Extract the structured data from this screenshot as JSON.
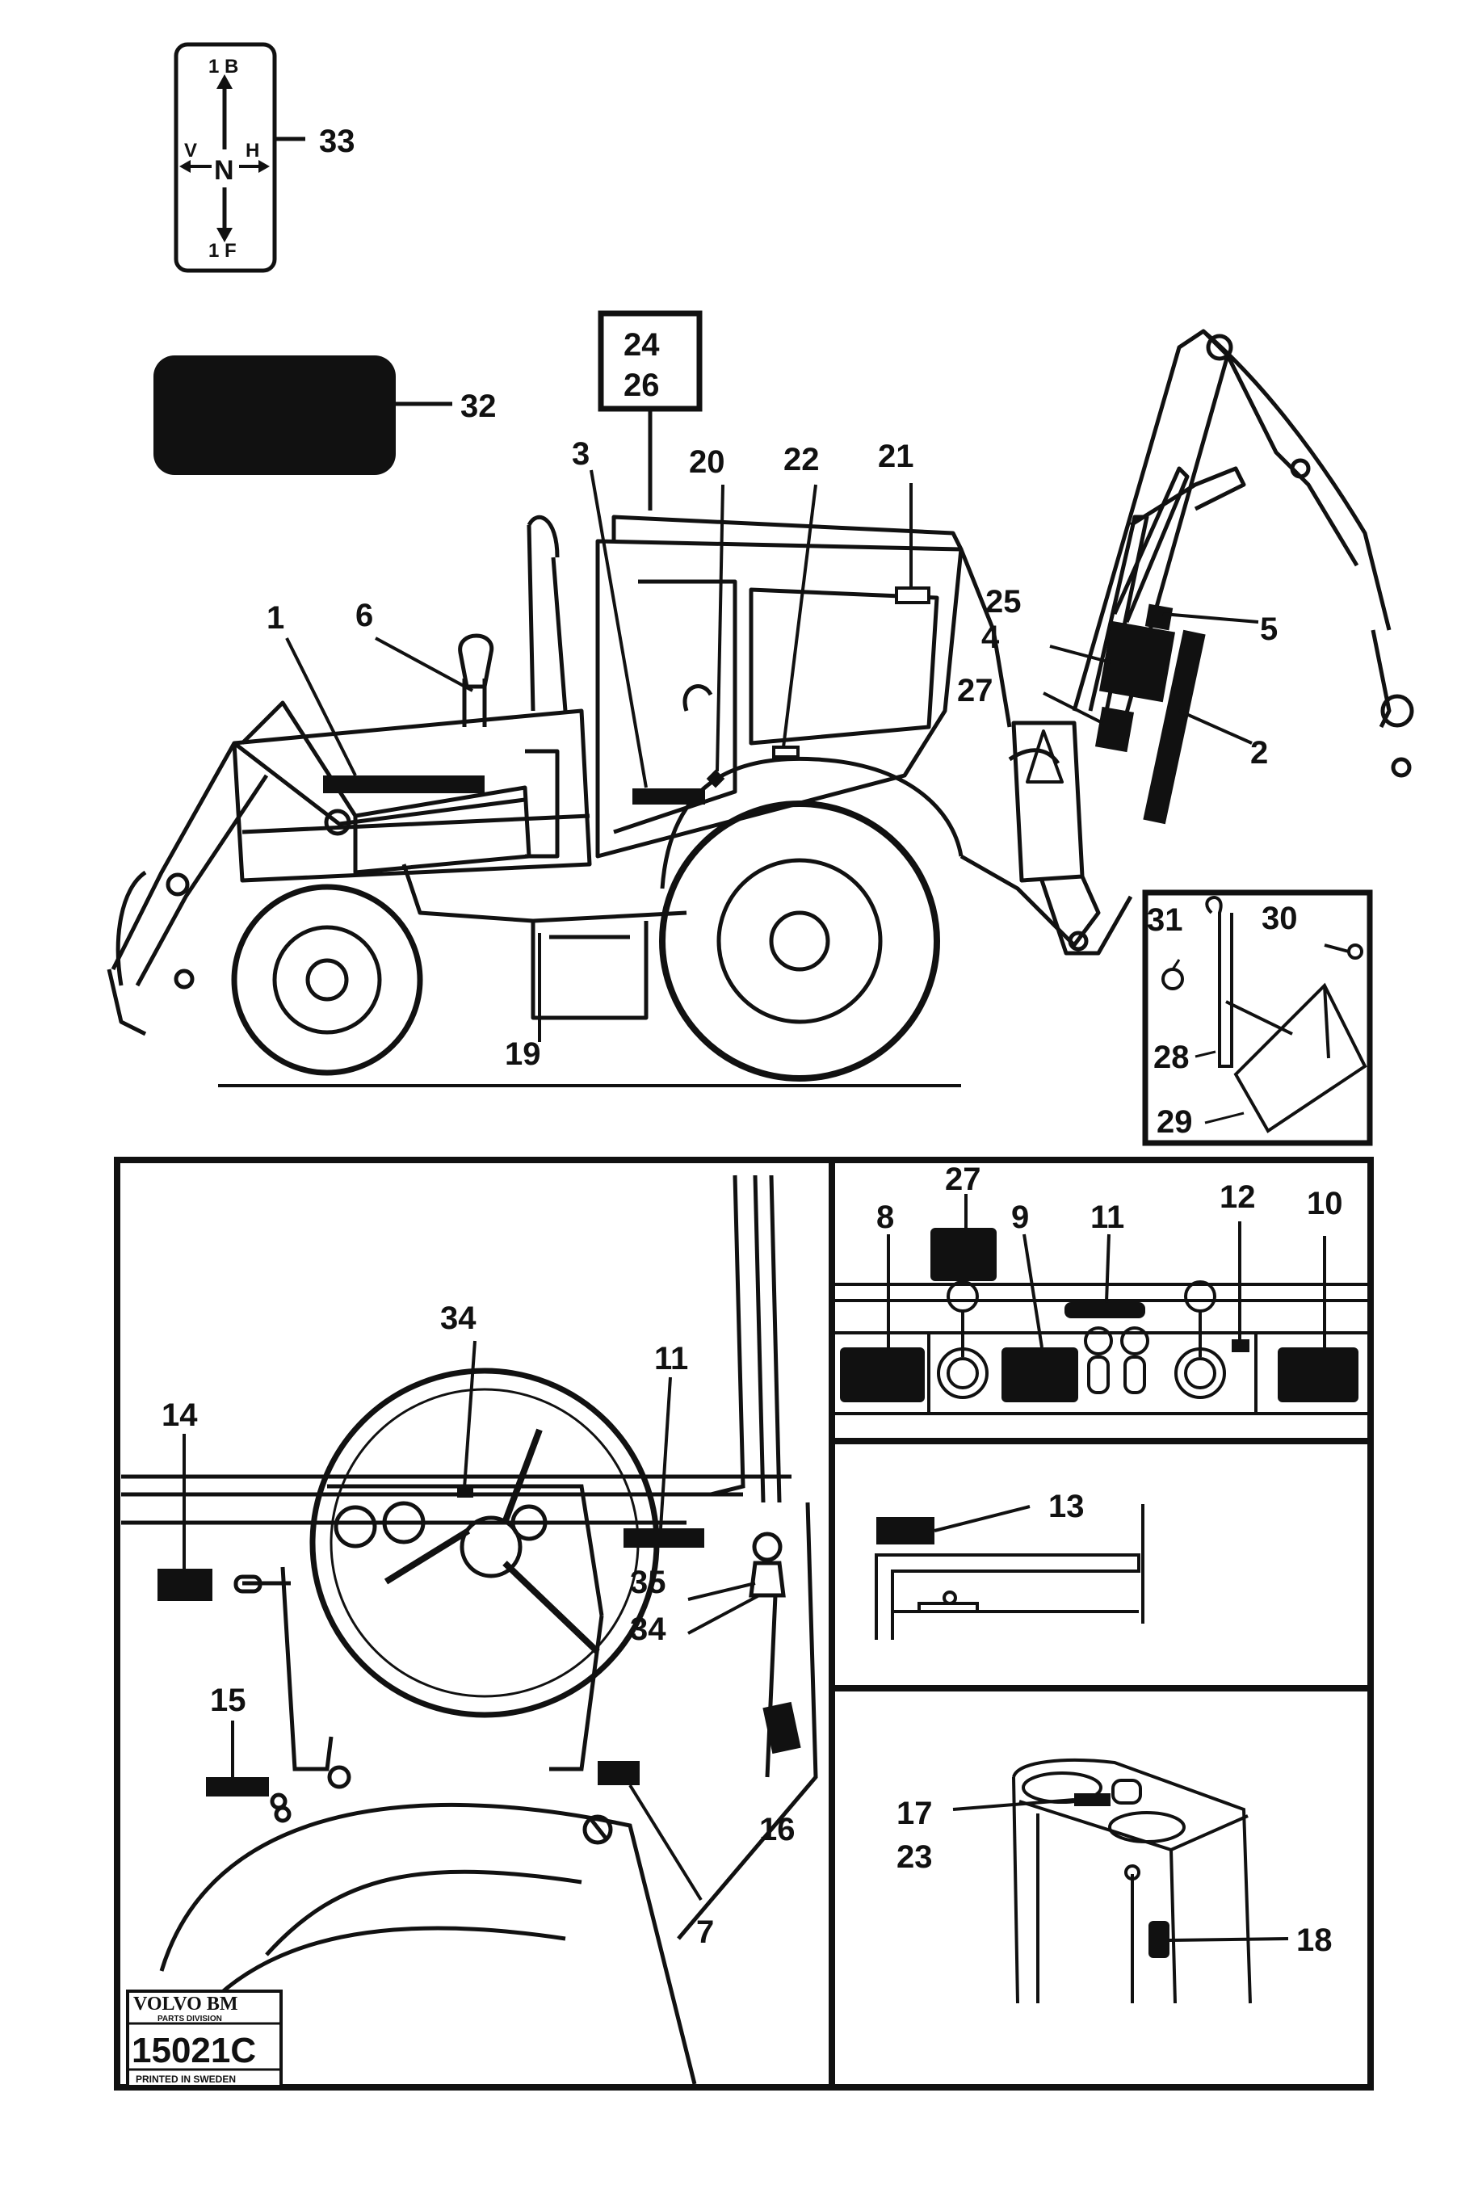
{
  "shift_pattern": {
    "top": "1 B",
    "bottom": "1 F",
    "left": "V",
    "center": "N",
    "right": "H",
    "ref": "33"
  },
  "box_label": {
    "line1": "24",
    "line2": "26"
  },
  "callouts": {
    "c1": "1",
    "c2": "2",
    "c3": "3",
    "c4": "4",
    "c5": "5",
    "c6": "6",
    "c7": "7",
    "c8": "8",
    "c9": "9",
    "c10": "10",
    "c11a": "11",
    "c11b": "11",
    "c12": "12",
    "c13": "13",
    "c14": "14",
    "c15": "15",
    "c16": "16",
    "c17": "17",
    "c18": "18",
    "c19": "19",
    "c20": "20",
    "c21": "21",
    "c22": "22",
    "c23": "23",
    "c25": "25",
    "c27a": "27",
    "c27b": "27",
    "c28": "28",
    "c29": "29",
    "c30": "30",
    "c31": "31",
    "c32": "32",
    "c34a": "34",
    "c34b": "34",
    "c35": "35"
  },
  "logo": {
    "brand": "VOLVO BM",
    "division": "PARTS DIVISION",
    "code": "15021C",
    "printed": "PRINTED IN SWEDEN"
  },
  "colors": {
    "ink": "#111111",
    "paper": "#ffffff"
  }
}
